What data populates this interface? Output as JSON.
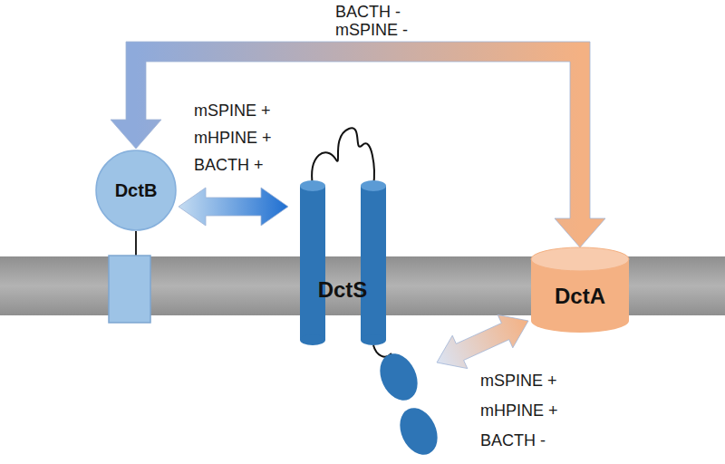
{
  "diagram": {
    "nodes": [
      {
        "text": [
          "DctB"
        ]
      },
      {
        "text": [
          "DctS"
        ]
      },
      {
        "text": [
          "DctA"
        ]
      }
    ],
    "edges": [
      {
        "from": 0,
        "to": 1,
        "arrow": "both"
      },
      {
        "from": 0,
        "to": 2,
        "arrow": "both"
      },
      {
        "from": 1,
        "to": 2,
        "arrow": "both"
      }
    ],
    "labels": [
      "BACTH -",
      "mSPINE -",
      "mSPINE +",
      "mHPINE +",
      "BACTH +",
      "mSPINE +",
      "mHPINE +",
      "BACTH -"
    ]
  }
}
